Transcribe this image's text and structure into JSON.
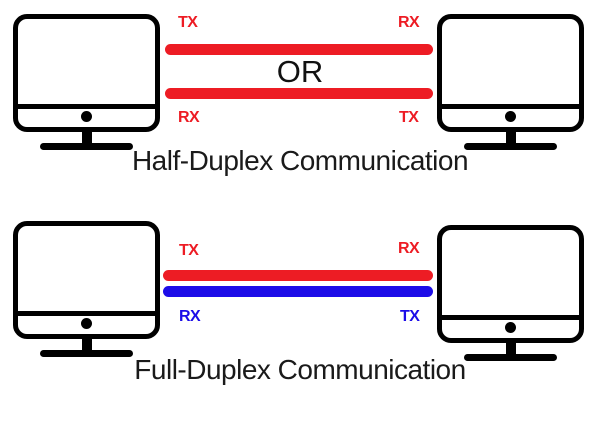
{
  "colors": {
    "red": "#ED1C24",
    "blue": "#1C0CE8",
    "monitor_black": "#000000",
    "caption_text": "#1A1A1A",
    "background": "#FFFFFF"
  },
  "half_duplex": {
    "caption": "Half-Duplex Communication",
    "or_label": "OR",
    "top_link": {
      "left_label": "TX",
      "right_label": "RX",
      "color": "#ED1C24"
    },
    "bottom_link": {
      "left_label": "RX",
      "right_label": "TX",
      "color": "#ED1C24"
    }
  },
  "full_duplex": {
    "caption": "Full-Duplex Communication",
    "top_link": {
      "left_label": "TX",
      "right_label": "RX",
      "color": "#ED1C24"
    },
    "bottom_link": {
      "left_label": "RX",
      "right_label": "TX",
      "color": "#1C0CE8"
    }
  }
}
